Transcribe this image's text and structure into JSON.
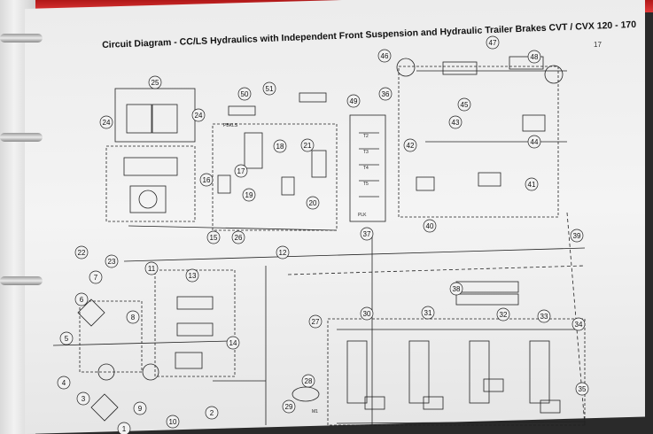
{
  "title": "Circuit Diagram - CC/LS Hydraulics with Independent Front Suspension and Hydraulic Trailer Brakes CVT / CVX 120 - 170",
  "page_number": "17",
  "callouts": [
    {
      "n": "25"
    },
    {
      "n": "24"
    },
    {
      "n": "24"
    },
    {
      "n": "50"
    },
    {
      "n": "51"
    },
    {
      "n": "49"
    },
    {
      "n": "36"
    },
    {
      "n": "46"
    },
    {
      "n": "47"
    },
    {
      "n": "48"
    },
    {
      "n": "45"
    },
    {
      "n": "43"
    },
    {
      "n": "44"
    },
    {
      "n": "42"
    },
    {
      "n": "18"
    },
    {
      "n": "21"
    },
    {
      "n": "17"
    },
    {
      "n": "16"
    },
    {
      "n": "19"
    },
    {
      "n": "20"
    },
    {
      "n": "41"
    },
    {
      "n": "40"
    },
    {
      "n": "22"
    },
    {
      "n": "15"
    },
    {
      "n": "26"
    },
    {
      "n": "12"
    },
    {
      "n": "37"
    },
    {
      "n": "39"
    },
    {
      "n": "23"
    },
    {
      "n": "11"
    },
    {
      "n": "13"
    },
    {
      "n": "7"
    },
    {
      "n": "38"
    },
    {
      "n": "6"
    },
    {
      "n": "8"
    },
    {
      "n": "27"
    },
    {
      "n": "30"
    },
    {
      "n": "31"
    },
    {
      "n": "32"
    },
    {
      "n": "33"
    },
    {
      "n": "34"
    },
    {
      "n": "5"
    },
    {
      "n": "14"
    },
    {
      "n": "4"
    },
    {
      "n": "3"
    },
    {
      "n": "9"
    },
    {
      "n": "10"
    },
    {
      "n": "2"
    },
    {
      "n": "1"
    },
    {
      "n": "28"
    },
    {
      "n": "29"
    },
    {
      "n": "35"
    }
  ],
  "port_labels": [
    "PBK",
    "LS",
    "T2",
    "T3",
    "T4",
    "T5",
    "PLK",
    "M1"
  ]
}
